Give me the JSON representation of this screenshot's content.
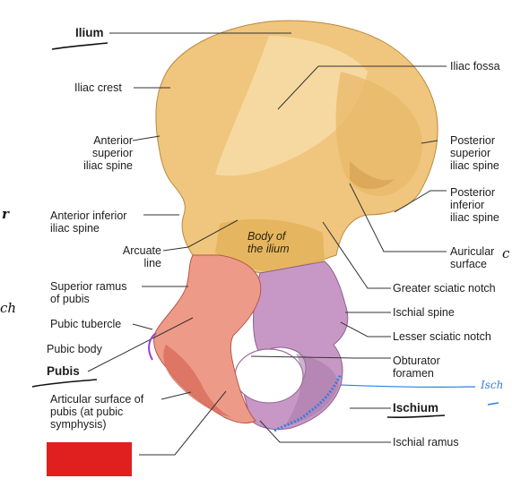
{
  "labels": {
    "ilium": "Ilium",
    "iliac_crest": "Iliac crest",
    "iliac_fossa": "Iliac fossa",
    "asis": "Anterior\nsuperior\niliac spine",
    "psis": "Posterior\nsuperior\niliac spine",
    "aiis": "Anterior inferior\niliac spine",
    "piis": "Posterior\ninferior\niliac spine",
    "arcuate_line": "Arcuate\nline",
    "body_ilium": "Body of\nthe ilium",
    "auricular_surface": "Auricular\nsurface",
    "superior_ramus": "Superior ramus\nof pubis",
    "greater_sciatic_notch": "Greater sciatic notch",
    "pubic_tubercle": "Pubic tubercle",
    "ischial_spine": "Ischial spine",
    "pubic_body": "Pubic body",
    "lesser_sciatic_notch": "Lesser sciatic notch",
    "pubis": "Pubis",
    "obturator_foramen": "Obturator\nforamen",
    "articular_surface": "Articular surface of\npubis (at pubic\nsymphysis)",
    "ischium": "Ischium",
    "ischial_ramus": "Ischial ramus"
  },
  "annotations": {
    "left_r": "r",
    "left_ch": "ch",
    "right_c": "c",
    "right_isch": "Isch"
  },
  "colors": {
    "ilium_fill": "#f0c57e",
    "ilium_light": "#f7dca6",
    "pubis_fill": "#ee9a88",
    "pubis_dark": "#d9705f",
    "ischium_fill": "#c798c6",
    "ischium_dark": "#a878a8",
    "leader": "#333333",
    "pen_blue": "#2f7fe0",
    "pen_purple": "#9a3fd8",
    "pen_black": "#111111",
    "redact": "#e01f1f"
  }
}
